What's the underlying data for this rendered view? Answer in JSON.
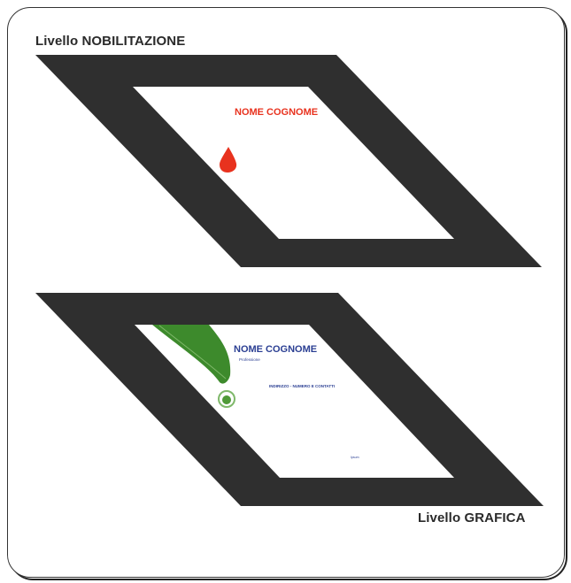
{
  "layers": {
    "top": {
      "label": "Livello NOBILITAZIONE",
      "card_name": "NOME COGNOME",
      "accent_color": "#e8321e"
    },
    "bottom": {
      "label": "Livello GRAFICA",
      "card_name": "NOME COGNOME",
      "card_role": "Professione",
      "card_contact": "INDIRIZZO - NUMERO E CONTATTI",
      "card_small": "Ipsum",
      "accent_color": "#2b3f93"
    }
  },
  "colors": {
    "frame_dark": "#2f2f2f",
    "card_white": "#ffffff",
    "leaf_green": "#3d8a2c"
  },
  "icons": [
    "drop-icon",
    "leaf-drop-icon"
  ]
}
